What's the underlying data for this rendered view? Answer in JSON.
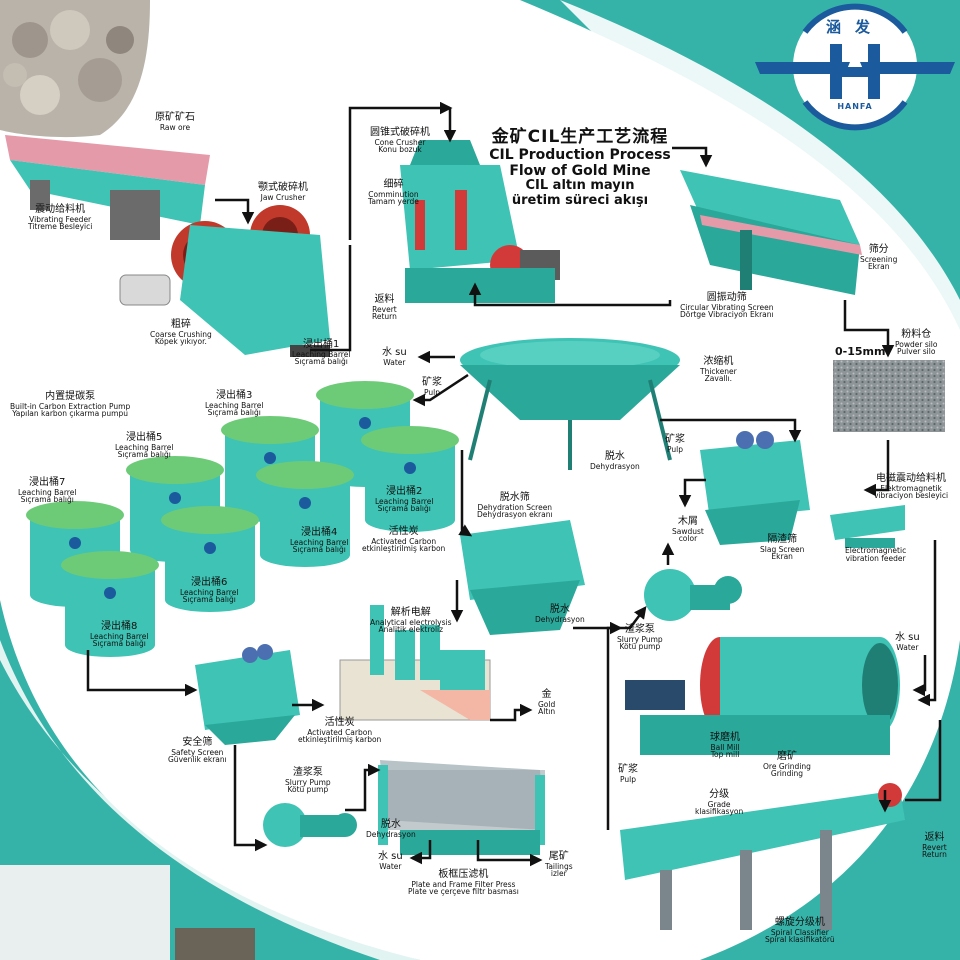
{
  "brand": {
    "logo_text_zh": "涵发",
    "logo_text_en": "HANFA",
    "colors": {
      "primary": "#1b5a9c",
      "teal": "#36b3a8",
      "machine": "#3ec3b4",
      "lid": "#6dcb78",
      "arrow": "#111111",
      "red": "#d23a3a"
    }
  },
  "title": {
    "zh": "金矿CIL生产工艺流程",
    "en_line1": "CIL Production Process",
    "en_line2": "Flow of Gold Mine",
    "tr_line1": "CIL altın mayın",
    "tr_line2": "üretim süreci akışı"
  },
  "range_label": "0-15mm",
  "labels": {
    "raw_ore": {
      "zh": "原矿矿石",
      "en": "Raw ore",
      "tr": ""
    },
    "vibrating_feeder": {
      "zh": "震动给料机",
      "en": "Vibrating  Feeder",
      "tr": "Titreme Besleyici"
    },
    "jaw_crusher": {
      "zh": "颚式破碎机",
      "en": "Jaw Crusher",
      "tr": ""
    },
    "coarse_crushing": {
      "zh": "粗碎",
      "en": "Coarse Crushing",
      "tr": "Köpek yıkıyor."
    },
    "cone_crusher": {
      "zh": "圆锥式破碎机",
      "en": "Cone Crusher",
      "tr": "Konu bozuk"
    },
    "comminution": {
      "zh": "细碎",
      "en": "Comminution",
      "tr": "Tamam yerde"
    },
    "revert_top": {
      "zh": "返料",
      "en": "Revert",
      "tr": "Return"
    },
    "circular_screen": {
      "zh": "圆振动筛",
      "en": "Circular Vibrating Screen",
      "tr": "Dörtge Vibraciyon Ekranı"
    },
    "screening": {
      "zh": "筛分",
      "en": "Screening",
      "tr": "Ekran"
    },
    "powder_silo": {
      "zh": "粉料仓",
      "en": "Powder silo",
      "tr": "Pulver silo"
    },
    "thickener": {
      "zh": "浓缩机",
      "en": "Thickener",
      "tr": "Zavallı."
    },
    "water_top": {
      "zh": "水 su",
      "en": "Water",
      "tr": ""
    },
    "pulp_top": {
      "zh": "矿浆",
      "en": "Pulp",
      "tr": ""
    },
    "dehydrate_mid": {
      "zh": "脱水",
      "en": "Dehydrasyon",
      "tr": ""
    },
    "carbon_pump": {
      "zh": "内置提碳泵",
      "en": "Built-in Carbon Extraction Pump",
      "tr": "Yapılan karbon çıkarma pumpu"
    },
    "barrel1": {
      "zh": "浸出桶1",
      "en": "Leaching Barrel",
      "tr": "Sıçrama balığı"
    },
    "barrel2": {
      "zh": "浸出桶2",
      "en": "Leaching Barrel",
      "tr": "Sıçrama balığı"
    },
    "barrel3": {
      "zh": "浸出桶3",
      "en": "Leaching Barrel",
      "tr": "Sıçrama balığı"
    },
    "barrel4": {
      "zh": "浸出桶4",
      "en": "Leaching Barrel",
      "tr": "Sıçrama balığı"
    },
    "barrel5": {
      "zh": "浸出桶5",
      "en": "Leaching Barrel",
      "tr": "Sıçrama balığı"
    },
    "barrel6": {
      "zh": "浸出桶6",
      "en": "Leaching Barrel",
      "tr": "Sıçrama balığı"
    },
    "barrel7": {
      "zh": "浸出桶7",
      "en": "Leaching Barrel",
      "tr": "Sıçrama balığı"
    },
    "barrel8": {
      "zh": "浸出桶8",
      "en": "Leaching Barrel",
      "tr": "Sıçrama balığı"
    },
    "pulp_right": {
      "zh": "矿浆",
      "en": "Pulp",
      "tr": ""
    },
    "sawdust": {
      "zh": "木屑",
      "en": "Sawdust",
      "tr": "color"
    },
    "slag_screen": {
      "zh": "隔渣筛",
      "en": "Slag Screen",
      "tr": "Ekran"
    },
    "em_feeder_top": {
      "zh": "电磁震动给料机",
      "en": "Elektromagnetik",
      "tr": "vibraciyon besleyici"
    },
    "em_feeder_bottom": {
      "zh": "",
      "en": "Electromagnetic",
      "tr": "vibration feeder"
    },
    "dehydration_screen": {
      "zh": "脱水筛",
      "en": "Dehydration Screen",
      "tr": "Dehydrasyon ekranı"
    },
    "activated_carbon_1": {
      "zh": "活性炭",
      "en": "Activated Carbon",
      "tr": "etkinleştirilmiş karbon"
    },
    "dehydrate_2": {
      "zh": "脱水",
      "en": "Dehydrasyon",
      "tr": ""
    },
    "slurry_pump_right": {
      "zh": "渣浆泵",
      "en": "Slurry Pump",
      "tr": "Kötü pump"
    },
    "electrolysis": {
      "zh": "解析电解",
      "en": "Analytical electrolysis",
      "tr": "Analitik elektroliz"
    },
    "water_right": {
      "zh": "水 su",
      "en": "Water",
      "tr": ""
    },
    "gold": {
      "zh": "金",
      "en": "Gold",
      "tr": "Altın"
    },
    "activated_carbon_2": {
      "zh": "活性炭",
      "en": "Activated Carbon",
      "tr": "etkinleştirilmiş karbon"
    },
    "safety_screen": {
      "zh": "安全筛",
      "en": "Safety Screen",
      "tr": "Güvenlik ekranı"
    },
    "ball_mill": {
      "zh": "球磨机",
      "en": "Ball Mill",
      "tr": "Top mill"
    },
    "grinding": {
      "zh": "磨矿",
      "en": "Ore Grinding",
      "tr": "Grinding"
    },
    "pulp_low": {
      "zh": "矿浆",
      "en": "Pulp",
      "tr": ""
    },
    "grade": {
      "zh": "分级",
      "en": "Grade",
      "tr": "klasifikasyon"
    },
    "slurry_pump_left": {
      "zh": "渣浆泵",
      "en": "Slurry Pump",
      "tr": "Kötü pump"
    },
    "dehydrate_3": {
      "zh": "脱水",
      "en": "Dehydrasyon",
      "tr": ""
    },
    "water_low": {
      "zh": "水 su",
      "en": "Water",
      "tr": ""
    },
    "tailings": {
      "zh": "尾矿",
      "en": "Tailings",
      "tr": "izler"
    },
    "filter_press": {
      "zh": "板框压滤机",
      "en": "Plate and Frame Filter Press",
      "tr": "Plate ve çerçeve filtr basması"
    },
    "revert_bottom": {
      "zh": "返料",
      "en": "Revert",
      "tr": "Return"
    },
    "spiral_classifier": {
      "zh": "螺旋分级机",
      "en": "Spiral Classifier",
      "tr": "Spiral klasifikatörü"
    }
  }
}
